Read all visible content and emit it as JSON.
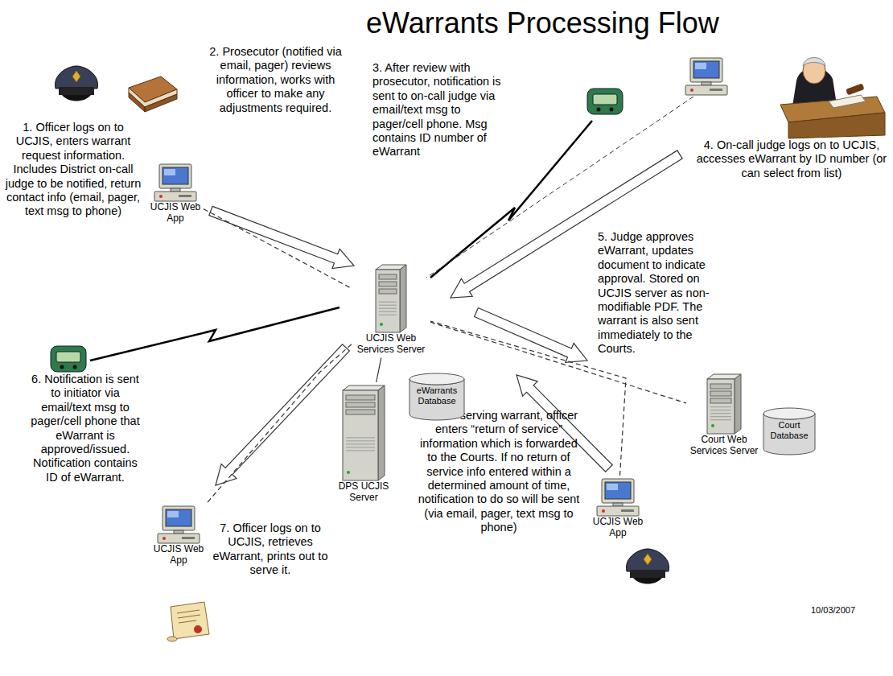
{
  "diagram": {
    "title": "eWarrants Processing Flow",
    "nodes": [
      {
        "text": [
          "UCJIS Web App"
        ]
      },
      {
        "text": [
          "UCJIS Web Services Server"
        ]
      },
      {
        "text": [
          "eWarrants Database"
        ]
      },
      {
        "text": [
          "DPS UCJIS Server"
        ]
      },
      {
        "text": [
          "Court Web Services Server"
        ]
      },
      {
        "text": [
          "Court Database"
        ]
      },
      {
        "text": [
          "UCJIS Web App"
        ]
      },
      {
        "text": [
          "UCJIS Web App"
        ]
      }
    ],
    "edges": [
      {
        "from": 0,
        "to": 1,
        "arrow": "none"
      },
      {
        "from": 1,
        "to": 3,
        "arrow": "none"
      },
      {
        "from": 1,
        "to": 4,
        "arrow": "none"
      },
      {
        "from": 1,
        "to": 6,
        "arrow": "none"
      },
      {
        "from": 7,
        "to": 1,
        "arrow": "none"
      }
    ],
    "labels": [
      "1. Officer logs on to UCJIS, enters warrant request information. Includes District on-call judge to be notified, return contact info (email, pager, text msg to phone)",
      "2. Prosecutor (notified via email, pager) reviews information, works with officer to make any adjustments required.",
      "3. After review with prosecutor, notification is sent to on-call judge via email/text msg to pager/cell phone. Msg contains ID number of eWarrant",
      "4. On-call judge logs on to UCJIS, accesses eWarrant by ID number (or can select from list)",
      "5. Judge approves eWarrant, updates document to indicate approval. Stored on UCJIS server as non-modifiable PDF. The warrant is also sent immediately to the Courts.",
      "6. Notification is sent to initiator via email/text msg to pager/cell phone that eWarrant is approved/issued. Notification contains ID of eWarrant.",
      "7. Officer logs on to UCJIS, retrieves eWarrant, prints out to serve it.",
      "8. After serving warrant, officer enters “return of service” information which is forwarded to the Courts. If no return of service info entered within a determined amount of time, notification to do so will be sent (via email, pager, text msg to phone)",
      "10/03/2007"
    ]
  }
}
